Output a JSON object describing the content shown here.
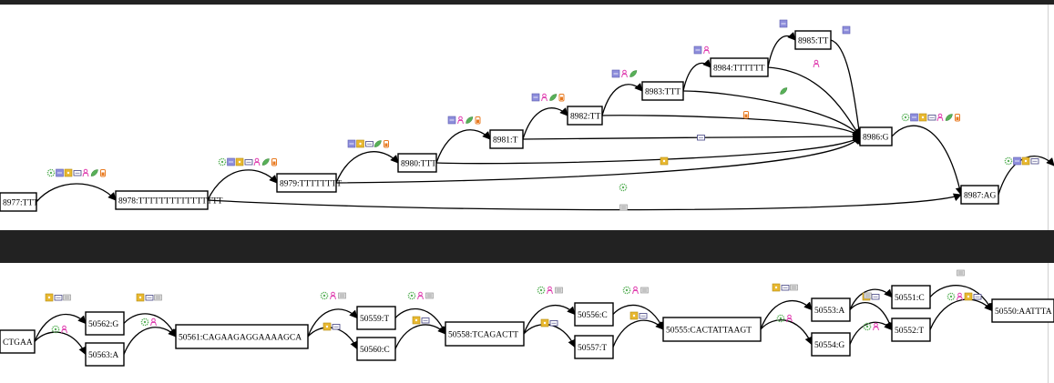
{
  "colors": {
    "band": "#222222",
    "node_border": "#000000",
    "edge": "#000000",
    "badge_purple": "#8e8edc",
    "badge_yellow": "#e8b830",
    "badge_pink": "#e040b0",
    "badge_green": "#58b058",
    "badge_orange": "#e87a20",
    "badge_gray": "#9a9a9a"
  },
  "top_graph": {
    "nodes": [
      {
        "id": "n8977",
        "label": "8977:TTT"
      },
      {
        "id": "n8978",
        "label": "8978:TTTTTTTTTTTTTTTT"
      },
      {
        "id": "n8979",
        "label": "8979:TTTTTTTT"
      },
      {
        "id": "n8980",
        "label": "8980:TTT"
      },
      {
        "id": "n8981",
        "label": "8981:T"
      },
      {
        "id": "n8982",
        "label": "8982:TT"
      },
      {
        "id": "n8983",
        "label": "8983:TTT"
      },
      {
        "id": "n8984",
        "label": "8984:TTTTTT"
      },
      {
        "id": "n8985",
        "label": "8985:TT"
      },
      {
        "id": "n8986",
        "label": "8986:G"
      },
      {
        "id": "n8987",
        "label": "8987:AG"
      }
    ],
    "edges": [
      {
        "from": "n8977",
        "to": "n8978",
        "badges": [
          "green-flower-icon",
          "purple-square-icon",
          "yellow-square-icon",
          "outline-square-icon",
          "pink-figure-icon",
          "green-leaf-icon",
          "orange-jar-icon"
        ]
      },
      {
        "from": "n8978",
        "to": "n8979",
        "badges": [
          "green-flower-icon",
          "purple-square-icon",
          "yellow-square-icon",
          "outline-square-icon",
          "pink-figure-icon",
          "green-leaf-icon",
          "orange-jar-icon"
        ]
      },
      {
        "from": "n8979",
        "to": "n8980",
        "badges": [
          "purple-square-icon",
          "yellow-square-icon",
          "outline-square-icon",
          "green-leaf-icon",
          "orange-jar-icon"
        ]
      },
      {
        "from": "n8980",
        "to": "n8981",
        "badges": [
          "purple-square-icon",
          "pink-figure-icon",
          "green-leaf-icon",
          "orange-jar-icon"
        ]
      },
      {
        "from": "n8981",
        "to": "n8982",
        "badges": [
          "purple-square-icon",
          "pink-figure-icon",
          "green-leaf-icon",
          "orange-jar-icon"
        ]
      },
      {
        "from": "n8982",
        "to": "n8983",
        "badges": [
          "purple-square-icon",
          "pink-figure-icon",
          "green-leaf-icon"
        ]
      },
      {
        "from": "n8983",
        "to": "n8984",
        "badges": [
          "purple-square-icon",
          "pink-figure-icon"
        ]
      },
      {
        "from": "n8984",
        "to": "n8985",
        "badges": [
          "purple-square-icon"
        ]
      },
      {
        "from": "n8985",
        "to": "n8986",
        "badges": [
          "purple-square-icon"
        ]
      },
      {
        "from": "n8984",
        "to": "n8986",
        "badges": [
          "pink-figure-icon"
        ]
      },
      {
        "from": "n8983",
        "to": "n8986",
        "badges": [
          "green-leaf-icon"
        ]
      },
      {
        "from": "n8982",
        "to": "n8986",
        "badges": [
          "orange-jar-icon"
        ]
      },
      {
        "from": "n8981",
        "to": "n8986",
        "badges": [
          "outline-square-icon"
        ]
      },
      {
        "from": "n8980",
        "to": "n8986",
        "badges": [
          "yellow-square-icon"
        ]
      },
      {
        "from": "n8979",
        "to": "n8986",
        "badges": [
          "green-flower-icon"
        ]
      },
      {
        "from": "n8978",
        "to": "n8987",
        "badges": [
          "gray-square-icon"
        ]
      },
      {
        "from": "n8986",
        "to": "n8987",
        "badges": [
          "green-flower-icon",
          "purple-square-icon",
          "yellow-square-icon",
          "outline-square-icon",
          "pink-figure-icon",
          "green-leaf-icon",
          "orange-jar-icon"
        ]
      },
      {
        "from": "n8987",
        "to": "out",
        "badges": [
          "green-flower-icon",
          "purple-square-icon",
          "yellow-square-icon",
          "outline-square-icon"
        ]
      }
    ]
  },
  "bottom_graph": {
    "nodes": [
      {
        "id": "b0",
        "label": "CTGAA"
      },
      {
        "id": "n50562",
        "label": "50562:G"
      },
      {
        "id": "n50563",
        "label": "50563:A"
      },
      {
        "id": "n50561",
        "label": "50561:CAGAAGAGGAAAAGCA"
      },
      {
        "id": "n50559",
        "label": "50559:T"
      },
      {
        "id": "n50560",
        "label": "50560:C"
      },
      {
        "id": "n50558",
        "label": "50558:TCAGACTT"
      },
      {
        "id": "n50556",
        "label": "50556:C"
      },
      {
        "id": "n50557",
        "label": "50557:T"
      },
      {
        "id": "n50555",
        "label": "50555:CACTATTAAGT"
      },
      {
        "id": "n50553",
        "label": "50553:A"
      },
      {
        "id": "n50554",
        "label": "50554:G"
      },
      {
        "id": "n50551",
        "label": "50551:C"
      },
      {
        "id": "n50552",
        "label": "50552:T"
      },
      {
        "id": "n50550",
        "label": "50550:AATTTA"
      }
    ],
    "edges": [
      {
        "from": "b0",
        "to": "n50562",
        "badges": [
          "yellow-square-icon",
          "outline-square-icon",
          "gray-square-icon"
        ]
      },
      {
        "from": "b0",
        "to": "n50563",
        "badges": [
          "green-flower-icon",
          "pink-figure-icon"
        ]
      },
      {
        "from": "n50562",
        "to": "n50561",
        "badges": [
          "yellow-square-icon",
          "outline-square-icon",
          "gray-square-icon"
        ]
      },
      {
        "from": "n50563",
        "to": "n50561",
        "badges": [
          "green-flower-icon",
          "pink-figure-icon"
        ]
      },
      {
        "from": "n50561",
        "to": "n50559",
        "badges": [
          "green-flower-icon",
          "pink-figure-icon",
          "gray-square-icon"
        ]
      },
      {
        "from": "n50561",
        "to": "n50560",
        "badges": [
          "yellow-square-icon",
          "outline-square-icon"
        ]
      },
      {
        "from": "n50559",
        "to": "n50558",
        "badges": [
          "green-flower-icon",
          "pink-figure-icon",
          "gray-square-icon"
        ]
      },
      {
        "from": "n50560",
        "to": "n50558",
        "badges": [
          "yellow-square-icon",
          "outline-square-icon"
        ]
      },
      {
        "from": "n50558",
        "to": "n50556",
        "badges": [
          "green-flower-icon",
          "pink-figure-icon",
          "gray-square-icon"
        ]
      },
      {
        "from": "n50558",
        "to": "n50557",
        "badges": [
          "yellow-square-icon",
          "outline-square-icon"
        ]
      },
      {
        "from": "n50556",
        "to": "n50555",
        "badges": [
          "green-flower-icon",
          "pink-figure-icon",
          "gray-square-icon"
        ]
      },
      {
        "from": "n50557",
        "to": "n50555",
        "badges": [
          "yellow-square-icon",
          "outline-square-icon"
        ]
      },
      {
        "from": "n50555",
        "to": "n50553",
        "badges": [
          "yellow-square-icon",
          "outline-square-icon",
          "gray-square-icon"
        ]
      },
      {
        "from": "n50555",
        "to": "n50554",
        "badges": [
          "green-flower-icon",
          "pink-figure-icon"
        ]
      },
      {
        "from": "n50553",
        "to": "n50551",
        "badges": [
          "yellow-square-icon",
          "outline-square-icon"
        ]
      },
      {
        "from": "n50553",
        "to": "n50552",
        "badges": [
          "gray-square-icon"
        ]
      },
      {
        "from": "n50554",
        "to": "n50552",
        "badges": [
          "green-flower-icon",
          "pink-figure-icon"
        ]
      },
      {
        "from": "n50551",
        "to": "n50550",
        "badges": [
          "gray-square-icon"
        ]
      },
      {
        "from": "n50552",
        "to": "n50550",
        "badges": [
          "green-flower-icon",
          "pink-figure-icon",
          "yellow-square-icon",
          "outline-square-icon"
        ]
      }
    ]
  }
}
